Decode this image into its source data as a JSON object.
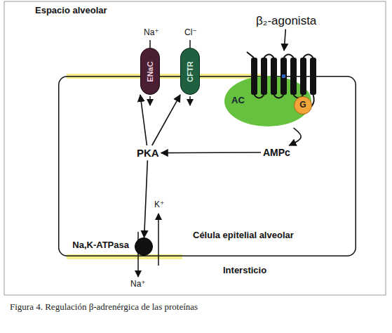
{
  "diagram": {
    "caption": "Figura 4. Regulación β-adrenérgica de las proteínas",
    "nodes": [
      {
        "text": [
          "Célula epitelial alveolar"
        ]
      },
      {
        "text": [
          "ENaC"
        ],
        "in": 0
      },
      {
        "text": [
          "CFTR"
        ],
        "in": 0
      },
      {
        "text": [
          "β₂-agonista"
        ]
      },
      {
        "text": [
          "AC"
        ],
        "in": 0
      },
      {
        "text": [
          "G"
        ],
        "in": 4
      },
      {
        "text": [
          "PKA"
        ],
        "in": 0
      },
      {
        "text": [
          "AMPc"
        ],
        "in": 0
      },
      {
        "text": [
          "Na,K-ATPasa"
        ],
        "in": 0
      }
    ],
    "edges": [
      {
        "from": 3,
        "to": 4,
        "arrow": "to"
      },
      {
        "from": 4,
        "to": 7,
        "arrow": "to"
      },
      {
        "from": 7,
        "to": 6,
        "arrow": "to"
      },
      {
        "from": 6,
        "to": 1,
        "arrow": "to"
      },
      {
        "from": 6,
        "to": 2,
        "arrow": "to"
      },
      {
        "from": 6,
        "to": 8,
        "arrow": "to"
      }
    ],
    "labels": [
      "Espacio alveolar",
      "Na⁺",
      "Cl⁻",
      "K⁺",
      "Na⁺",
      "Intersticio"
    ]
  }
}
